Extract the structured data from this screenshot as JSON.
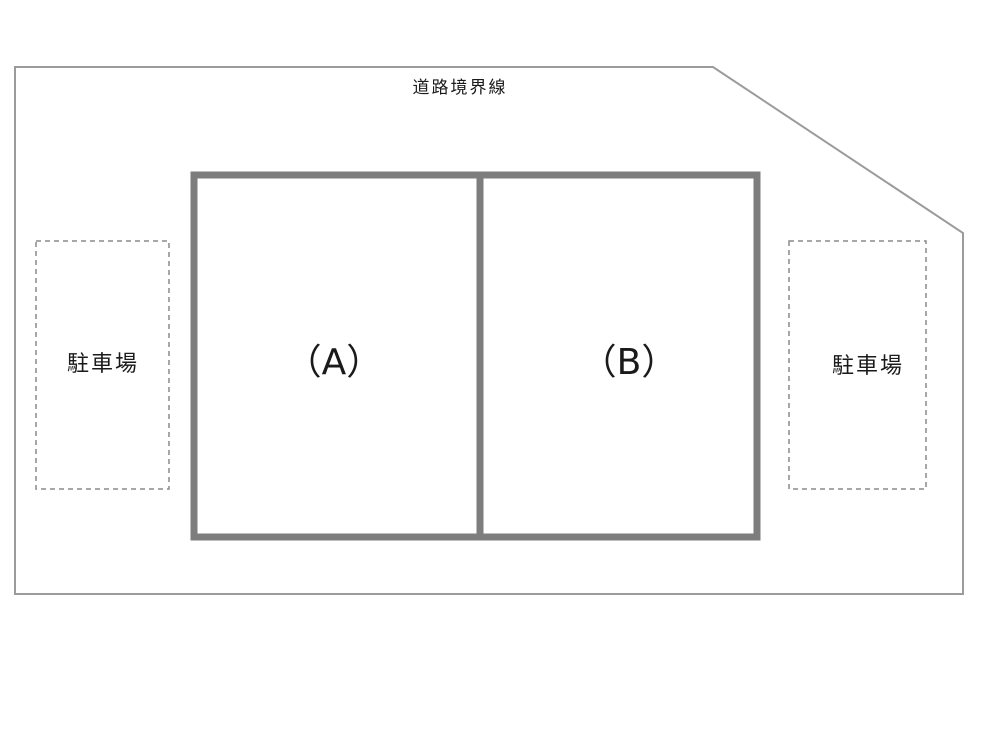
{
  "diagram": {
    "type": "site-plan",
    "road_boundary_label": "道路境界線",
    "parcels": [
      {
        "label": "（A）"
      },
      {
        "label": "（B）"
      }
    ],
    "parking_left_label": "駐車場",
    "parking_right_label": "駐車場",
    "colors": {
      "background": "#ffffff",
      "site_boundary_line": "#9b9b9b",
      "parcel_border": "#7d7d7d",
      "parking_dashed_border": "#8a8a8a",
      "text": "#1a1a1a"
    }
  }
}
